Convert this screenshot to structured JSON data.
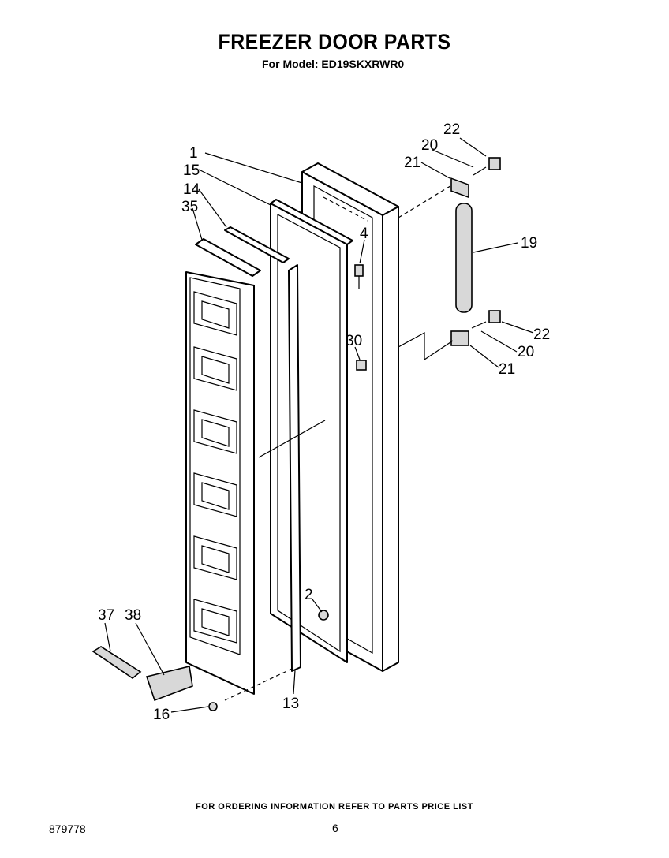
{
  "header": {
    "title": "FREEZER DOOR PARTS",
    "subtitle": "For Model: ED19SKXRWR0"
  },
  "callouts": [
    {
      "id": "c1",
      "label": "1"
    },
    {
      "id": "c15",
      "label": "15"
    },
    {
      "id": "c14",
      "label": "14"
    },
    {
      "id": "c35",
      "label": "35"
    },
    {
      "id": "c22a",
      "label": "22"
    },
    {
      "id": "c20a",
      "label": "20"
    },
    {
      "id": "c21a",
      "label": "21"
    },
    {
      "id": "c4",
      "label": "4"
    },
    {
      "id": "c19",
      "label": "19"
    },
    {
      "id": "c30",
      "label": "30"
    },
    {
      "id": "c22b",
      "label": "22"
    },
    {
      "id": "c20b",
      "label": "20"
    },
    {
      "id": "c21b",
      "label": "21"
    },
    {
      "id": "c2",
      "label": "2"
    },
    {
      "id": "c37",
      "label": "37"
    },
    {
      "id": "c38",
      "label": "38"
    },
    {
      "id": "c13",
      "label": "13"
    },
    {
      "id": "c16",
      "label": "16"
    }
  ],
  "footer": {
    "note": "FOR ORDERING INFORMATION REFER TO PARTS PRICE LIST",
    "doc_number": "879778",
    "page": "6"
  }
}
